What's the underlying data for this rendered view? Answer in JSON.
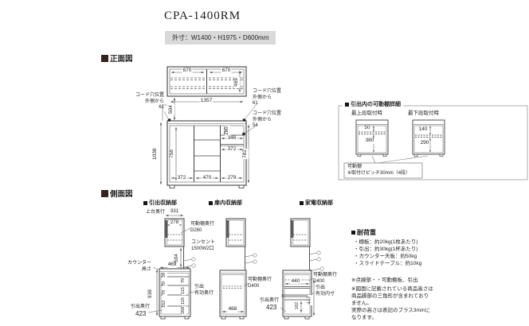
{
  "header": {
    "title": "CPA-1400RM",
    "size_badge": "外寸：W1400・H1975・D600mm"
  },
  "front": {
    "section": "正面図",
    "top_w1": "670",
    "top_w2": "670",
    "upper_h": "469",
    "mid_w": "1357",
    "mid_h": "504",
    "cord_left": "コード穴位置\n外側から\n61",
    "cord_right_top": "コード穴位置\n外側から\n61",
    "cord_right_bottom": "コード穴位置\n外側から\n54",
    "lower_h": "1038",
    "inner_h": "758",
    "right_top_h": "280",
    "right_w1": "346",
    "right_w2": "372",
    "right_h": "782",
    "bottom_w1": "372",
    "bottom_w2": "470",
    "bottom_w3": "279"
  },
  "shelf_detail": {
    "title": "引出内の可動棚詳細",
    "top_mount_label": "最上段取付時",
    "top_gap": "50",
    "top_below": "380",
    "bottom_mount_label": "最下段取付時",
    "bottom_gap": "140",
    "bottom_below": "290",
    "note": "可動棚\n※取付けピッチ30mm（4段）"
  },
  "side": {
    "section": "側面図",
    "drawer_unit": {
      "label": "引出収納部",
      "top_depth_label": "上台奥行",
      "top_depth": "331",
      "inner_depth": "278",
      "shelf_depth": "可動棚奥行\nD260",
      "outlet": "コンセント\n1500W2口",
      "mid_h": "504",
      "counter_label": "カウンター\n高さ",
      "counter_depth": "469",
      "drawer_label": "引出\n有効奥行",
      "h1": "29",
      "h2": "70",
      "h3": "79",
      "h4": "162",
      "e1": "79",
      "e2": "115",
      "e3": "115",
      "e4": "268",
      "counter_h": "938",
      "depth_label": "引出奥行",
      "depth": "423"
    },
    "door_unit": {
      "label": "扉内収納部",
      "shelf_depth": "可動棚奥行\nD400",
      "depth": "468"
    },
    "appliance_unit": {
      "label": "家電収納部",
      "shelf_w": "440",
      "shelf_depth": "可動棚奥行\nD400",
      "inner_label": "引出\n有効内寸",
      "inner_h": "162",
      "right_h": "447",
      "depth_label": "引出奥行",
      "depth": "423"
    }
  },
  "notes": {
    "load_title": "耐荷重",
    "load1": "・棚板：約20kg(1枚あたり)",
    "load2": "・引出：約30kg(1杯あたり)",
    "load3": "・カウンター天板：約50kg",
    "load4": "・スライドテーブル：約10kg",
    "dotted": "※点線部・・可動棚板、引出",
    "height_note": "※図面に記載されている商品高さは\n商品脚部の三角形が含まれており\nません。\n実際の高さは表記のプラス3mmに\nなります。"
  }
}
